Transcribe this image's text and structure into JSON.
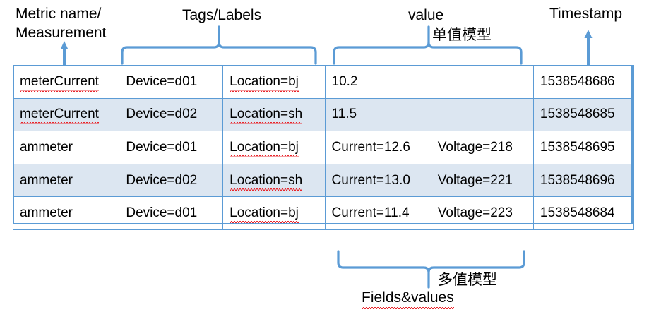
{
  "headers": {
    "metric": "Metric name/\nMeasurement",
    "tags": "Tags/Labels",
    "value": "value",
    "timestamp": "Timestamp",
    "single_value_model_cn": "单值模型",
    "multi_value_model_cn": "多值模型",
    "fields_values": "Fields&values"
  },
  "colors": {
    "accent": "#5b9bd5",
    "row_alt": "#dce6f1",
    "text": "#000000",
    "spellcheck": "#e8242a"
  },
  "table": {
    "columns": [
      "metric",
      "tag1",
      "tag2",
      "field1",
      "field2",
      "timestamp"
    ],
    "rows": [
      {
        "metric": "meterCurrent",
        "tag1": "Device=d01",
        "tag2": "Location=bj",
        "field1": "10.2",
        "field2": "",
        "timestamp": "1538548686",
        "alt": false
      },
      {
        "metric": "meterCurrent",
        "tag1": "Device=d02",
        "tag2": "Location=sh",
        "field1": "11.5",
        "field2": "",
        "timestamp": "1538548685",
        "alt": true
      },
      {
        "metric": "ammeter",
        "tag1": "Device=d01",
        "tag2": "Location=bj",
        "field1": "Current=12.6",
        "field2": "Voltage=218",
        "timestamp": "1538548695",
        "alt": false
      },
      {
        "metric": "ammeter",
        "tag1": "Device=d02",
        "tag2": "Location=sh",
        "field1": "Current=13.0",
        "field2": "Voltage=221",
        "timestamp": "1538548696",
        "alt": true
      },
      {
        "metric": "ammeter",
        "tag1": "Device=d01",
        "tag2": "Location=bj",
        "field1": "Current=11.4",
        "field2": "Voltage=223",
        "timestamp": "1538548684",
        "alt": false
      }
    ],
    "spellchecked_cells": [
      "meterCurrent",
      "Location=bj",
      "Location=sh",
      "Fields&values"
    ]
  },
  "annotations": {
    "metric_arrow": "up-arrow pointing to metric column",
    "tags_brace": "brace spanning the two tag columns",
    "value_brace": "brace spanning the two field columns",
    "timestamp_arrow": "up-arrow pointing to timestamp column",
    "fields_brace": "upward brace under the two field columns"
  }
}
